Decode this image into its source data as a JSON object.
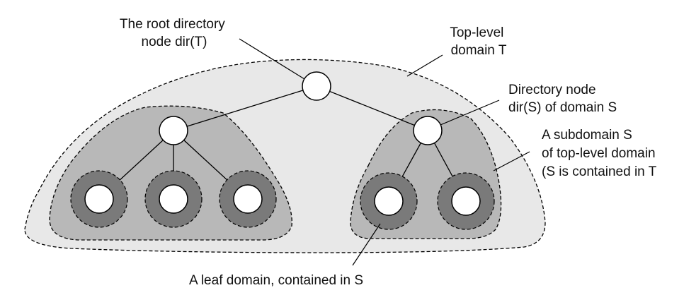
{
  "labels": {
    "root_directory_node": [
      "The root directory",
      "node dir(T)"
    ],
    "top_level_domain": [
      "Top-level",
      "domain T"
    ],
    "directory_node": [
      "Directory node",
      "dir(S) of domain S"
    ],
    "subdomain": [
      "A subdomain S",
      "of top-level domain",
      "(S is contained in T"
    ],
    "leaf_domain": "A leaf domain, contained in S"
  },
  "colors": {
    "top_domain_fill": "#e8e8e8",
    "subdomain_fill": "#b8b8b8",
    "leaf_ring_fill": "#7a7a7a",
    "node_fill": "#ffffff",
    "stroke": "#000000"
  }
}
